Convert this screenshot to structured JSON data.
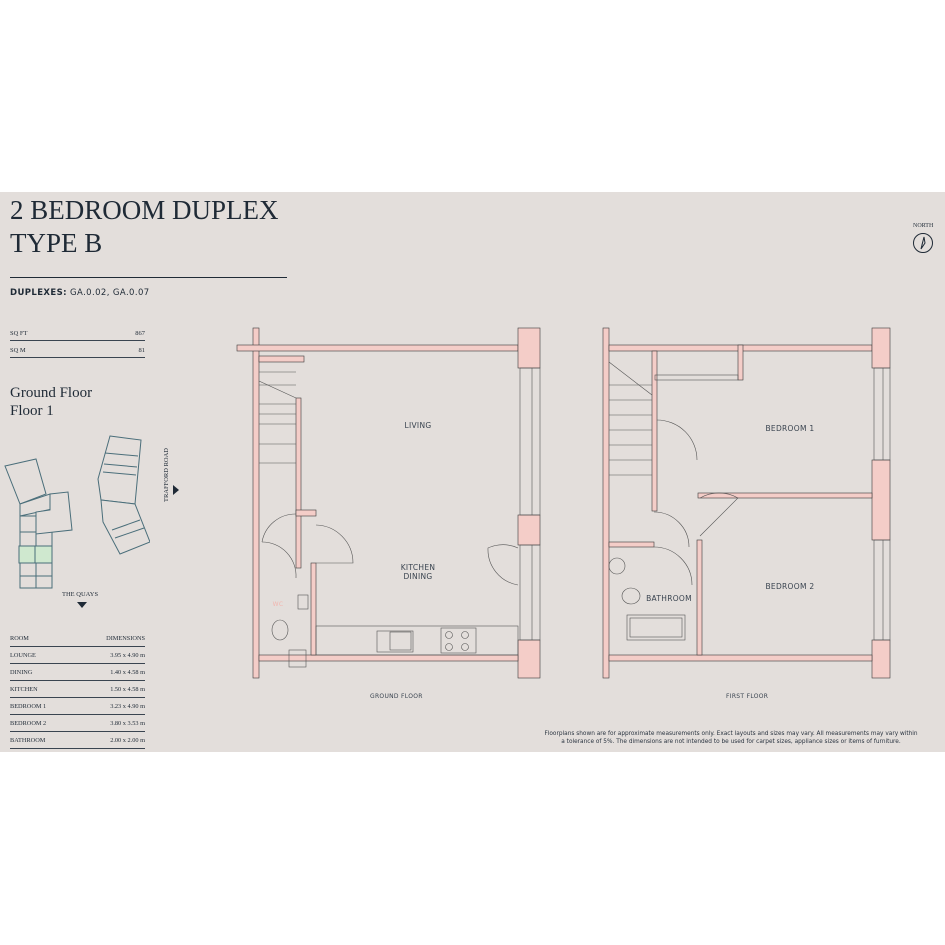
{
  "header": {
    "title_line1": "2 BEDROOM DUPLEX",
    "title_line2": "TYPE B",
    "duplexes_label": "DUPLEXES:",
    "duplexes_value": "GA.0.02, GA.0.07"
  },
  "area": [
    {
      "label": "SQ FT",
      "value": "867"
    },
    {
      "label": "SQ M",
      "value": "81"
    }
  ],
  "floor": {
    "line1": "Ground Floor",
    "line2": "Floor 1"
  },
  "site_plan": {
    "bottom_label": "THE QUAYS",
    "side_label": "TRAFFORD ROAD",
    "highlight_color": "#cfe8cf"
  },
  "rooms_table": {
    "headers": [
      "ROOM",
      "DIMENSIONS"
    ],
    "rows": [
      [
        "LOUNGE",
        "3.95 x 4.90 m"
      ],
      [
        "DINING",
        "1.40 x 4.58 m"
      ],
      [
        "KITCHEN",
        "1.50 x 4.58 m"
      ],
      [
        "BEDROOM 1",
        "3.23 x 4.90 m"
      ],
      [
        "BEDROOM 2",
        "3.80 x 3.53 m"
      ],
      [
        "BATHROOM",
        "2.00 x 2.00 m"
      ]
    ]
  },
  "plans": {
    "ground": {
      "caption": "GROUND FLOOR",
      "living": "LIVING",
      "kitchen": "KITCHEN",
      "dining": "DINING",
      "wc": "WC"
    },
    "first": {
      "caption": "FIRST FLOOR",
      "bedroom1": "BEDROOM 1",
      "bedroom2": "BEDROOM 2",
      "bathroom": "BATHROOM"
    }
  },
  "north": {
    "label": "NORTH",
    "icon": "compass-icon"
  },
  "disclaimer": {
    "line1": "Floorplans shown are for approximate measurements only. Exact layouts and sizes may vary. All measurements may vary within",
    "line2": "a tolerance of 5%. The dimensions are not intended to be used for carpet sizes, appliance sizes or items of furniture."
  },
  "colors": {
    "background": "#e3dedb",
    "wall": "#f4cdc8",
    "ink": "#1f2a36"
  }
}
